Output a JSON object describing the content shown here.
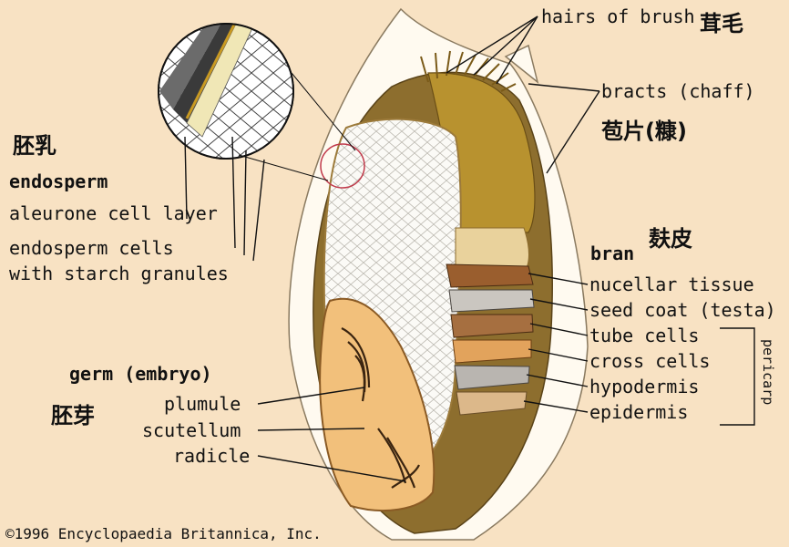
{
  "labels": {
    "hairs_of_brush": "hairs of brush",
    "hairs_of_brush_zh": "茸毛",
    "bracts": "bracts (chaff)",
    "bracts_zh": "苞片(糠)",
    "endosperm_zh": "胚乳",
    "endosperm": "endosperm",
    "aleurone": "aleurone cell layer",
    "endosperm_cells_1": "endosperm cells",
    "endosperm_cells_2": "with starch granules",
    "bran": "bran",
    "bran_zh": "麸皮",
    "nucellar": "nucellar tissue",
    "seed_coat": "seed coat (testa)",
    "tube_cells": "tube cells",
    "cross_cells": "cross cells",
    "hypodermis": "hypodermis",
    "epidermis": "epidermis",
    "pericarp": "pericarp",
    "germ": "germ (embryo)",
    "germ_zh": "胚芽",
    "plumule": "plumule",
    "scutellum": "scutellum",
    "radicle": "radicle",
    "copyright": "©1996 Encyclopaedia Britannica, Inc."
  }
}
